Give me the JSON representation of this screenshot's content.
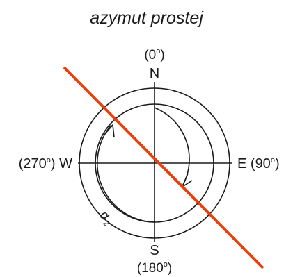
{
  "title": "azymut prostej",
  "north": {
    "letter": "N",
    "deg": "0",
    "deg_sign": "o"
  },
  "south": {
    "letter": "S",
    "deg": "180",
    "deg_sign": "o"
  },
  "east": {
    "letter": "E",
    "deg": "90",
    "deg_sign": "o"
  },
  "west": {
    "letter": "W",
    "deg": "270",
    "deg_sign": "o"
  },
  "angle_label": {
    "symbol": "α",
    "subscript": "2"
  },
  "colors": {
    "line": "#e8400c",
    "ink": "#1a1a1a"
  }
}
